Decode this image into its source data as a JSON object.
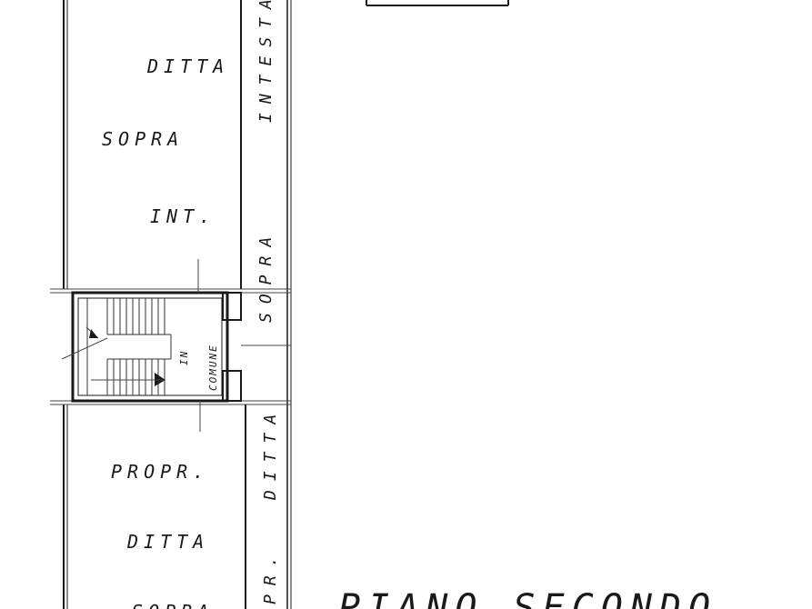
{
  "plan": {
    "title": "PIANO SECONDO",
    "upper_room": {
      "line1": "DITTA",
      "line2": "SOPRA",
      "line3": "INT."
    },
    "corridor_upper": {
      "line1": "SOPRA",
      "line2": "INTESTA"
    },
    "stair": {
      "line1": "IN",
      "line2": "COMUNE"
    },
    "lower_room": {
      "line1": "PROPR.",
      "line2": "DITTA",
      "line3": "SOPRA"
    },
    "corridor_lower": {
      "line1": "DITTA",
      "line2": "PR."
    }
  }
}
